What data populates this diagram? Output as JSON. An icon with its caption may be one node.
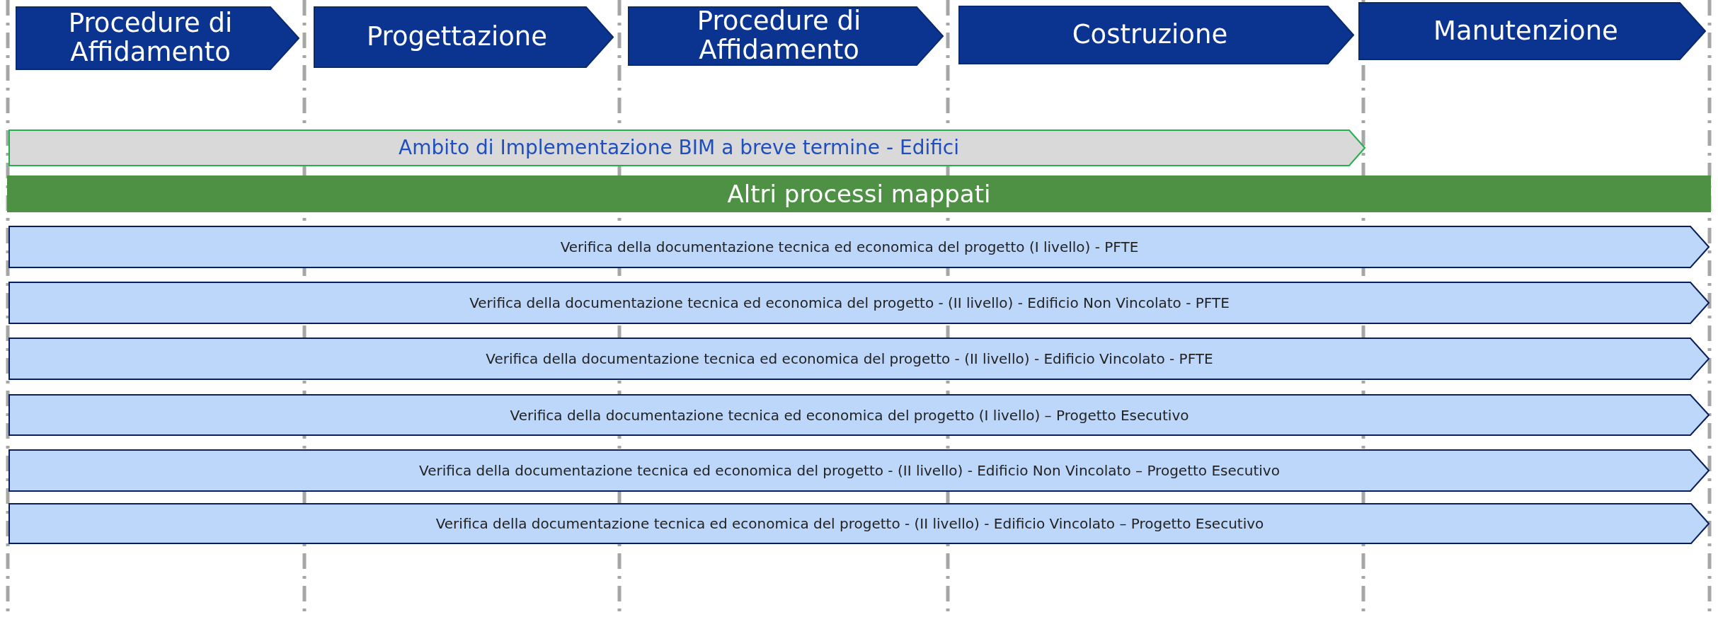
{
  "diagram": {
    "nodes": [
      {
        "text": [
          "Procedure di Affidamento"
        ]
      },
      {
        "text": [
          "Progettazione"
        ]
      },
      {
        "text": [
          "Procedure di Affidamento"
        ]
      },
      {
        "text": [
          "Costruzione"
        ]
      },
      {
        "text": [
          "Manutenzione"
        ]
      },
      {
        "text": [
          "Ambito di Implementazione BIM a breve termine - Edifici"
        ]
      },
      {
        "text": [
          "Altri processi mappati"
        ]
      },
      {
        "text": [
          "Verifica della documentazione tecnica ed economica del progetto (I livello) - PFTE"
        ]
      },
      {
        "text": [
          "Verifica della documentazione tecnica ed economica del progetto - (II livello) - Edificio Non Vincolato - PFTE"
        ]
      },
      {
        "text": [
          "Verifica della documentazione tecnica ed economica del progetto - (II livello) - Edificio Vincolato - PFTE"
        ]
      },
      {
        "text": [
          "Verifica della documentazione tecnica ed economica del progetto (I livello) – Progetto Esecutivo"
        ]
      },
      {
        "text": [
          "Verifica della documentazione tecnica ed economica del progetto - (II livello) - Edificio Non Vincolato – Progetto Esecutivo"
        ]
      },
      {
        "text": [
          "Verifica della documentazione tecnica ed economica del progetto - (II livello) - Edificio Vincolato – Progetto Esecutivo"
        ]
      }
    ]
  }
}
